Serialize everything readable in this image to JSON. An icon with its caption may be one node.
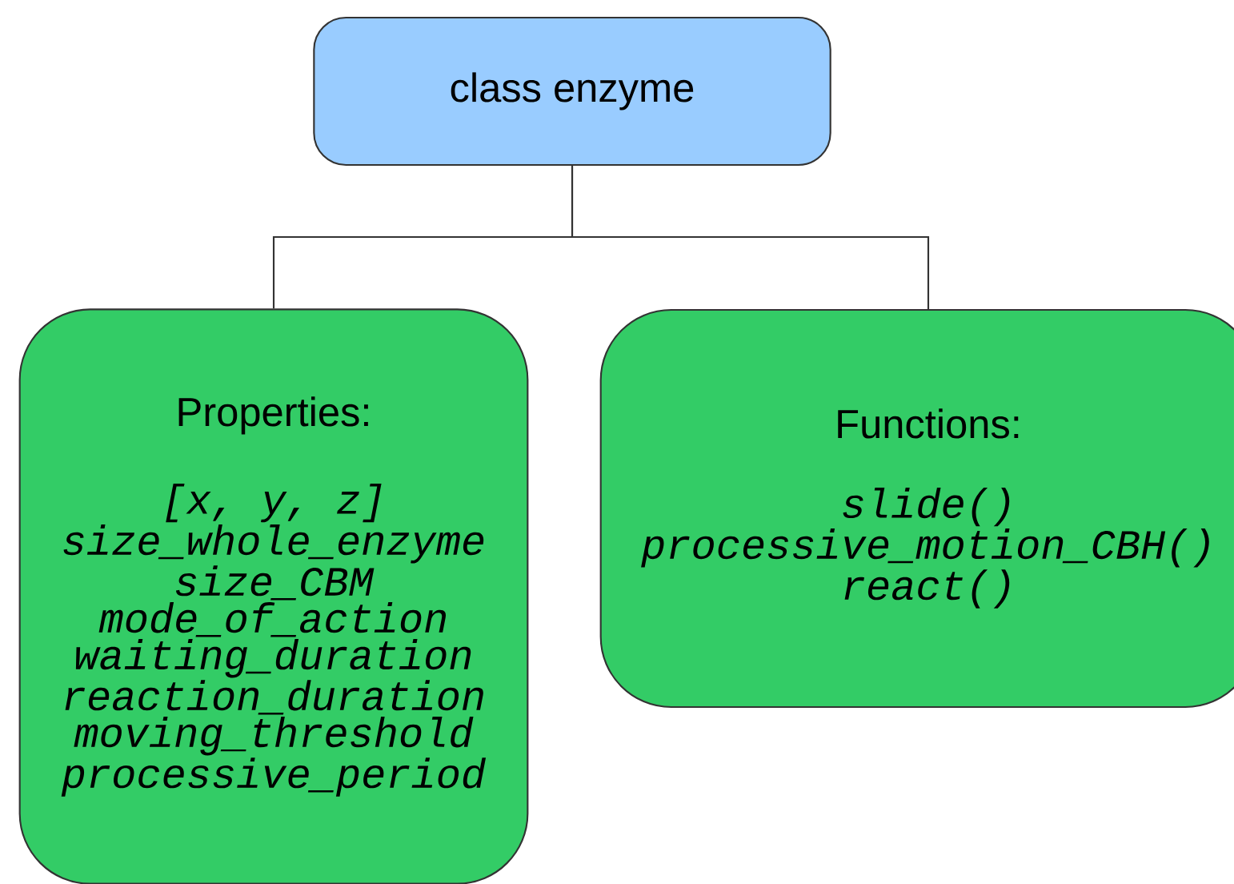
{
  "diagram": {
    "nodes": [
      {
        "text": [
          "class enzyme"
        ]
      },
      {
        "text": [
          "Properties:",
          "[x, y, z]",
          "size_whole_enzyme",
          "size_CBM",
          "mode_of_action",
          "waiting_duration",
          "reaction_duration",
          "moving_threshold",
          "processive_period"
        ]
      },
      {
        "text": [
          "Functions:",
          "slide()",
          "processive_motion_CBH()",
          "react()"
        ]
      }
    ],
    "edges": [
      {
        "from": 0,
        "to": 1,
        "arrow": "none"
      },
      {
        "from": 0,
        "to": 2,
        "arrow": "none"
      }
    ]
  }
}
